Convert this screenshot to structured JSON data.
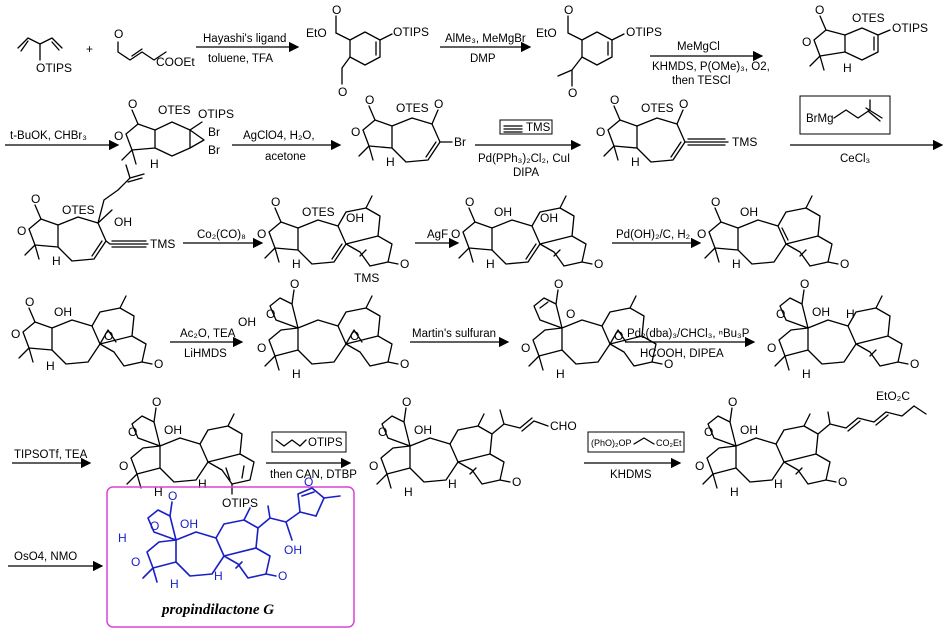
{
  "scheme": {
    "reagents": {
      "r1_top": "Hayashi's ligand",
      "r1_bot": "toluene, TFA",
      "r2_top": "AlMe₃, MeMgBr",
      "r2_bot": "DMP",
      "r3_top": "MeMgCl",
      "r3_mid": "KHMDS, P(OMe)₃, O2,",
      "r3_bot": "then TESCl",
      "r4_top": "t-BuOK, CHBr₃",
      "r5_top": "AgClO4, H₂O,",
      "r5_bot": "acetone",
      "r6_box": "TMS",
      "r6_mid": "Pd(PPh₃)₂Cl₂, CuI",
      "r6_bot": "DIPA",
      "r7_box": "BrMg",
      "r7_bot": "CeCl₃",
      "r8_top": "Co₂(CO)₈",
      "r9_top": "AgF",
      "r10_top": "Pd(OH)₂/C, H₂",
      "r11_top": "Ac₂O, TEA",
      "r11_bot": "LiHMDS",
      "r12_top": "Martin's sulfuran",
      "r13_top": "Pd₂(dba)₃/CHCl₃, ⁿBu₃P",
      "r13_bot": "HCOOH, DIPEA",
      "r14_top": "TIPSOTf, TEA",
      "r15_box": "OTIPS",
      "r15_bot": "then CAN, DTBP",
      "r16_box_left": "(PhO)₂OP",
      "r16_box_right": "CO₂Et",
      "r16_bot": "KHDMS",
      "r17_top": "OsO4, NMO"
    },
    "labels": {
      "otips": "OTIPS",
      "otes": "OTES",
      "cooet": "COOEt",
      "eto": "EtO",
      "o": "O",
      "oh": "OH",
      "h": "H",
      "br": "Br",
      "tms": "TMS",
      "cho": "CHO",
      "eto2c": "EtO₂C",
      "plus": "+"
    },
    "product_name": "propindilactone G",
    "colors": {
      "product_structure": "#1a20c4",
      "product_box_border": "#d944d6"
    }
  }
}
